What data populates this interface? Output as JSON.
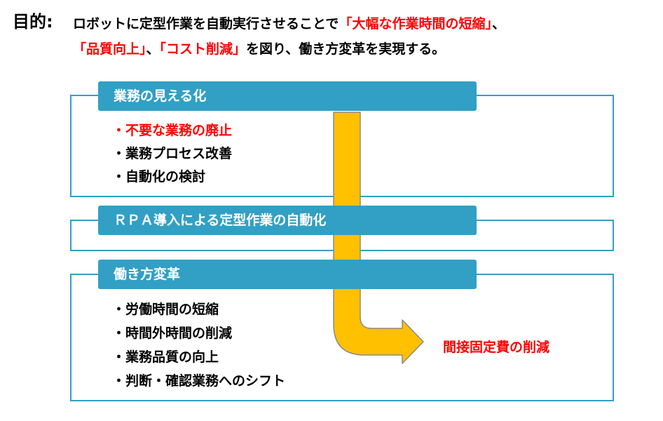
{
  "heading": {
    "label": "目的:",
    "line1": [
      {
        "text": "ロボットに定型作業を自動実行させることで",
        "red": false
      },
      {
        "text": "「大幅な作業時間の短縮」",
        "red": true
      },
      {
        "text": "、",
        "red": false
      }
    ],
    "line2": [
      {
        "text": "「品質向上」",
        "red": true
      },
      {
        "text": "、",
        "red": false
      },
      {
        "text": "「コスト削減」",
        "red": true
      },
      {
        "text": "を図り、働き方変革を実現する。",
        "red": false
      }
    ]
  },
  "sections": [
    {
      "title": "業務の見える化",
      "items": [
        {
          "text": "・不要な業務の廃止",
          "red": true
        },
        {
          "text": "・業務プロセス改善",
          "red": false
        },
        {
          "text": "・自動化の検討",
          "red": false
        }
      ]
    },
    {
      "title": "ＲＰＡ導入による定型作業の自動化",
      "items": []
    },
    {
      "title": "働き方変革",
      "items": [
        {
          "text": "・労働時間の短縮",
          "red": false
        },
        {
          "text": "・時間外時間の削減",
          "red": false
        },
        {
          "text": "・業務品質の向上",
          "red": false
        },
        {
          "text": "・判断・確認業務へのシフト",
          "red": false
        }
      ]
    }
  ],
  "result": "間接固定費の削減",
  "colors": {
    "accent": "#31a0c4",
    "arrow": "#ffc000",
    "arrow_outline": "#8a8a8a",
    "highlight": "#ff0000"
  }
}
